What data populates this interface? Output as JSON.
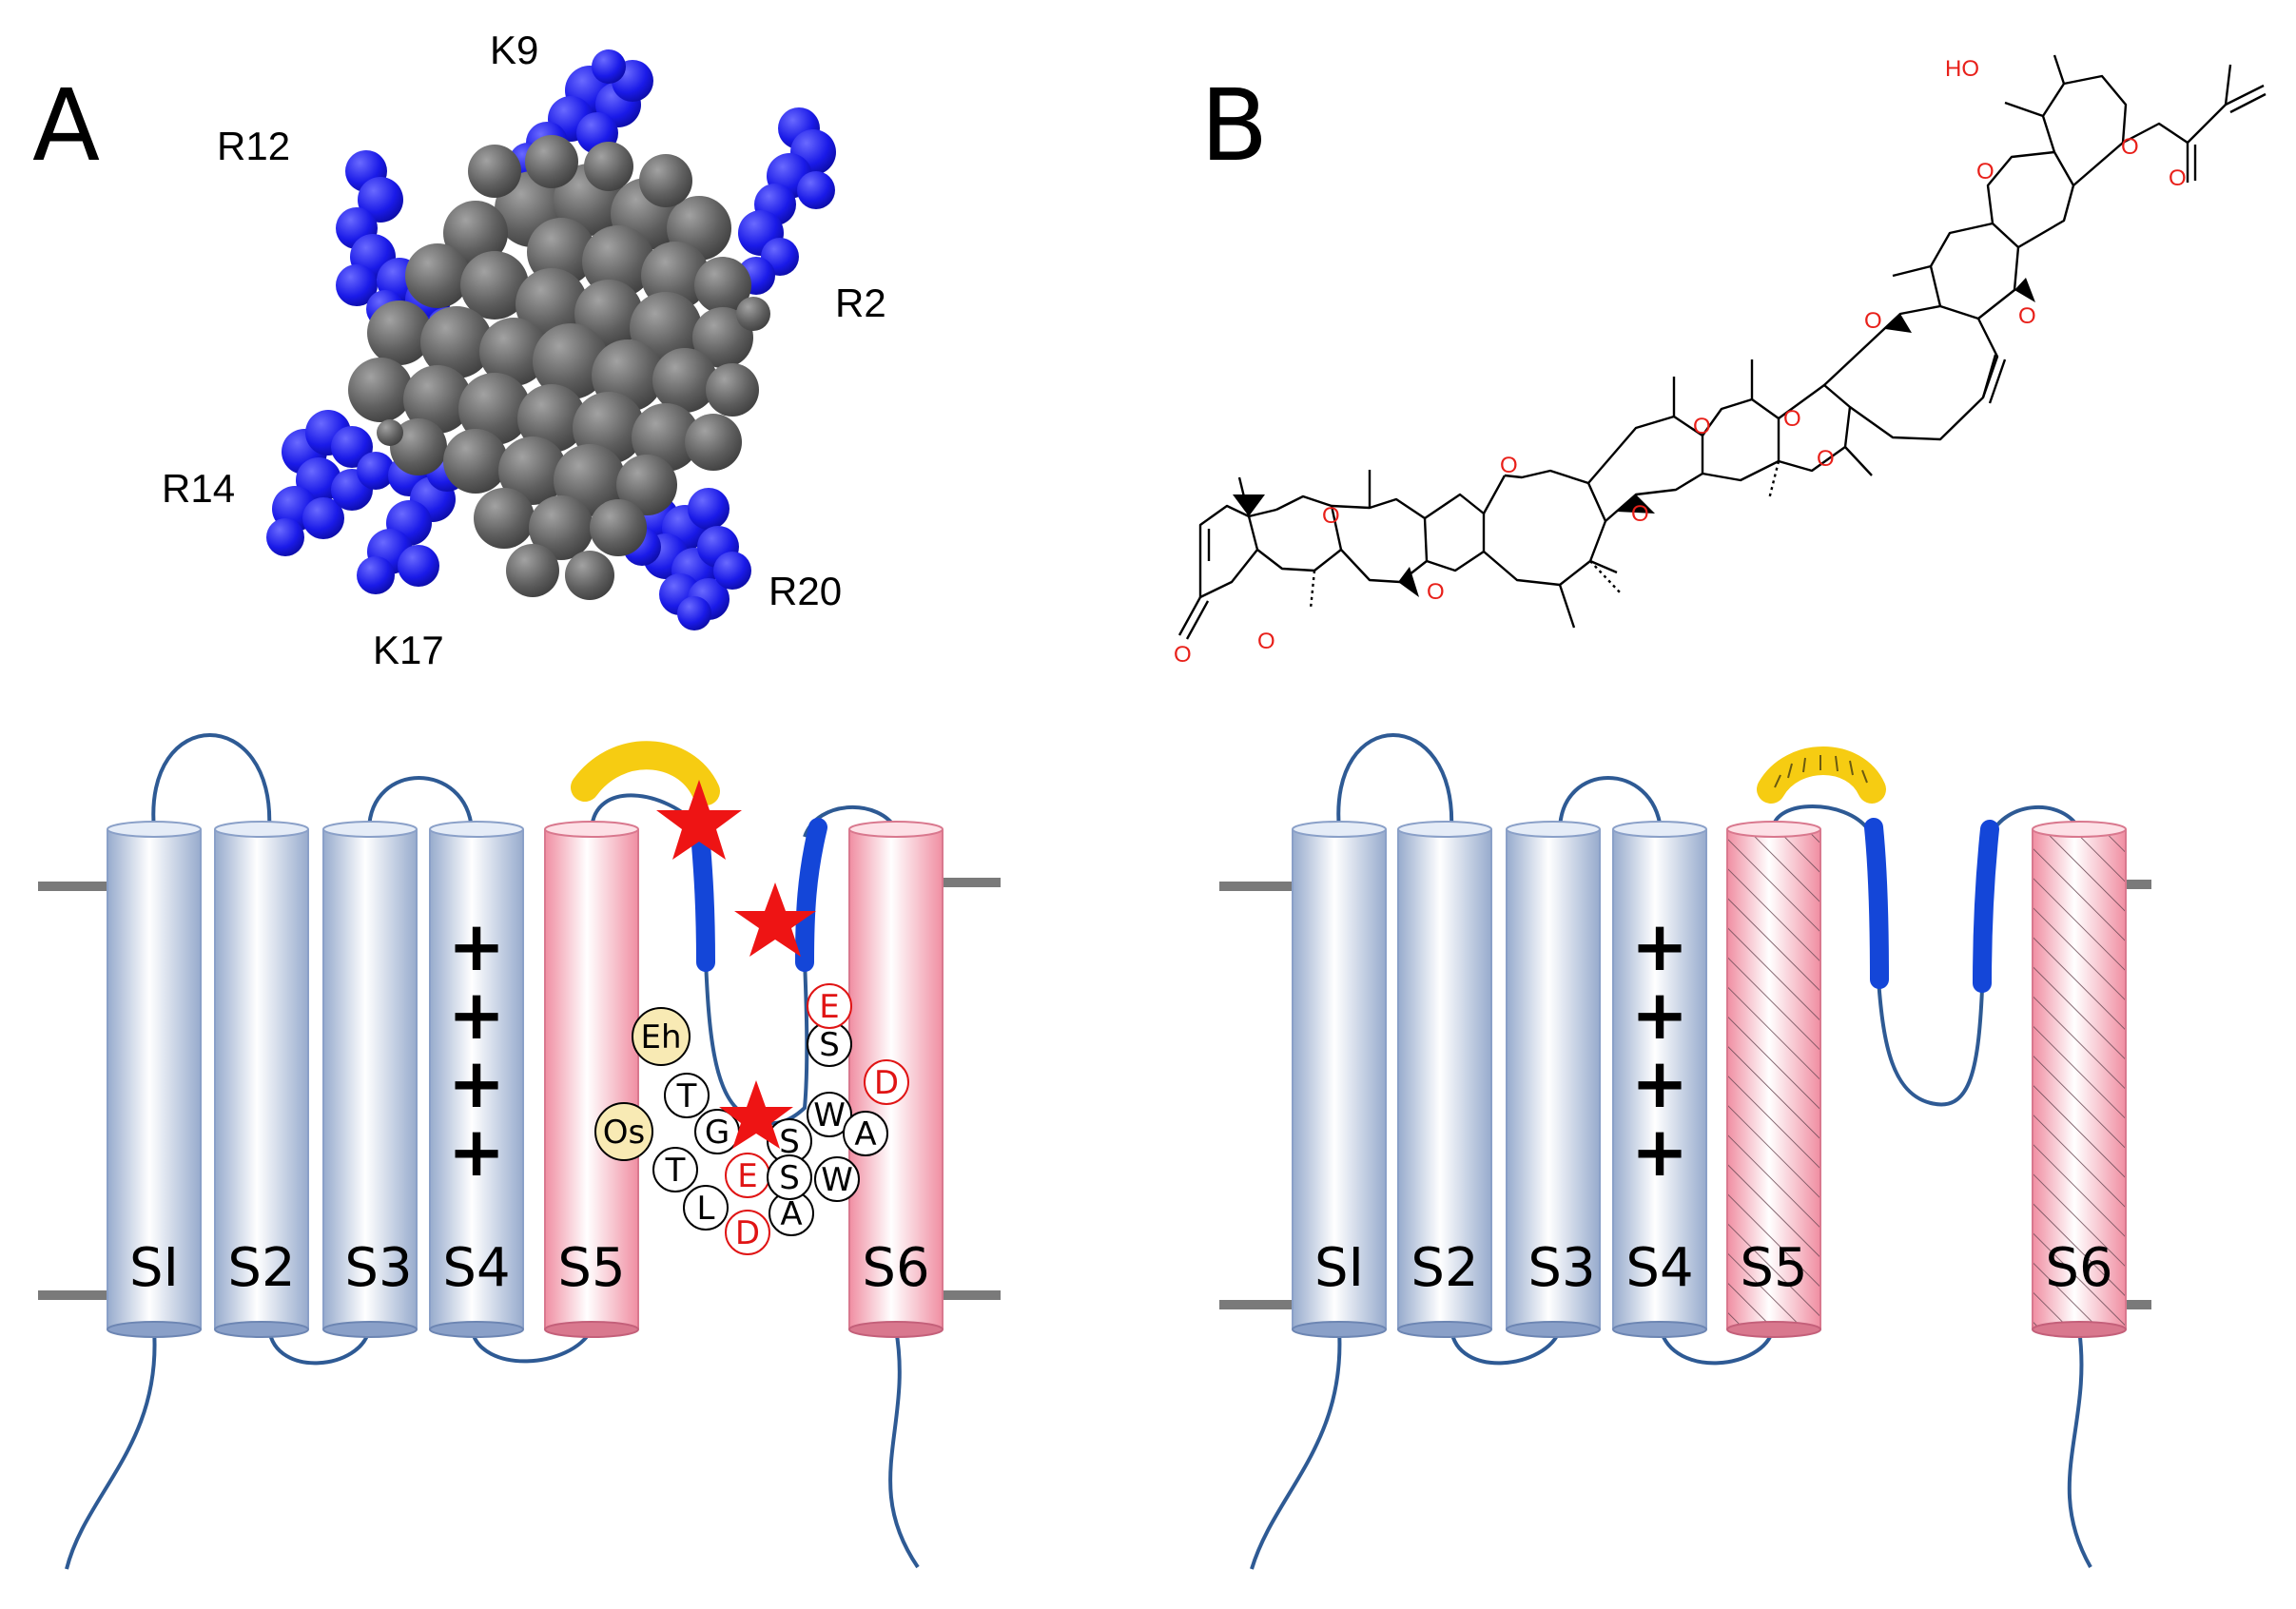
{
  "panels": {
    "a": {
      "letter": "A"
    },
    "b": {
      "letter": "B"
    }
  },
  "peptide": {
    "residues": [
      "K9",
      "R12",
      "R2",
      "R14",
      "R20",
      "K17"
    ],
    "basic_color": "#1414e0",
    "core_color": "#5c5c5c"
  },
  "toxin_structure": {
    "hydroxyl": "HO",
    "oxygen": "O"
  },
  "channel": {
    "segments": [
      "SI",
      "S2",
      "S3",
      "S4",
      "S5",
      "S6"
    ],
    "charge_glyph": "+",
    "voltage_sensor_color": "#b9c8e0",
    "pore_domain_color": "#f7a3b4",
    "loop_color": "#2e5a94",
    "turret_color": "#f6cc12",
    "pore_helix_color": "#1446d8",
    "star_color": "#ee1414"
  },
  "selectivity_filter": {
    "residues": [
      "T",
      "G",
      "S",
      "W",
      "A",
      "T",
      "E",
      "S",
      "E",
      "D",
      "L",
      "D",
      "A",
      "W"
    ],
    "acidic_residues": [
      "E",
      "D"
    ],
    "acidic_color": "#e01414"
  },
  "drug_sites": {
    "eh": "Eh",
    "os": "Os",
    "badge_color": "#f8eab4"
  }
}
